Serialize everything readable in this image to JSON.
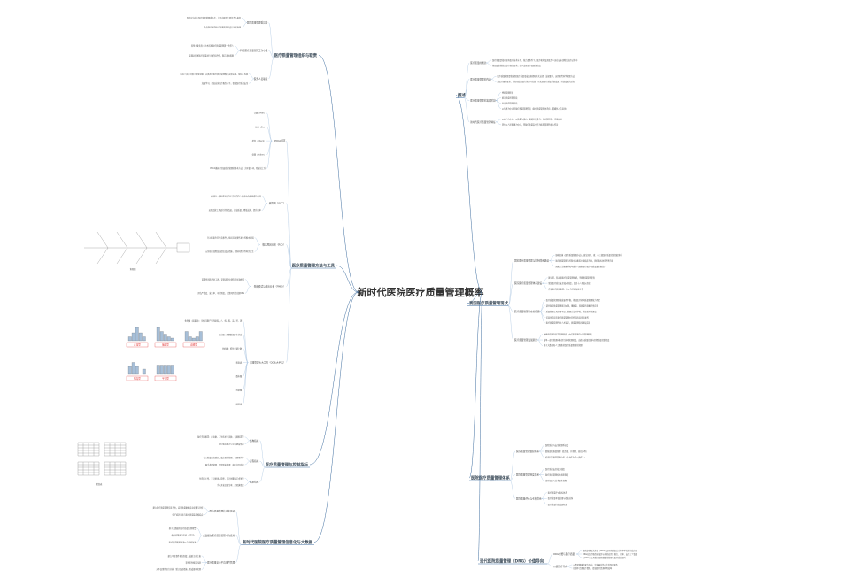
{
  "center": {
    "title": "新时代医院医疗质量管理概率"
  },
  "branches_right": [
    {
      "label": "概述",
      "items": [
        {
          "text": "医疗质量的概念",
          "sub": [
            "医疗质量是指在现有医疗技术水平、能力及条件下，医疗机构及其医务人员在临床诊断及治疗过程中",
            "按照职业道德及诊疗规范要求，给予患者医疗照顾的程度"
          ]
        },
        {
          "text": "医疗质量管理的内涵",
          "sub": [
            "医疗质量管理是指按照医疗质量形成的规律和有关法律、法规要求，运用现代科学管理方法",
            "对医疗服务要素、过程和结果进行管理与控制，以实现医疗质量系统改进、持续改进的过程"
          ]
        },
        {
          "text": "医疗质量管理的发展阶段",
          "sub": [
            "经验管理阶段",
            "统计质量控制阶段",
            "全面质量管理阶段",
            "以患者为中心的医疗质量管理阶段（医疗质量管理体系化、精细化、信息化）"
          ]
        },
        {
          "text": "新时代医疗质量管理特征",
          "sub": [
            "以病人为中心、以质量为核心、强调全员参与、全过程控制、持续改进",
            "坚持以人民健康为中心，将医疗质量安全作为医院管理的核心任务"
          ]
        }
      ]
    },
    {
      "label": "我国医疗质量管理现状",
      "items": [
        {
          "text": "国家医疗质量管理与控制体系建设",
          "sub": [
            "颁布实施《医疗质量管理办法》，建立国家、省、市三级医疗质量控制组织体系",
            "医疗质量管理与控制中心覆盖主要临床专业，质控指标体系不断完善",
            "国家卫生健康委每年发布《国家医疗服务与质量安全报告》"
          ]
        },
        {
          "text": "医院医疗质量管理体系建设",
          "sub": [
            "建立院、科两级医疗质量管理组织，明确质量管理职责",
            "制定医疗质量安全核心制度，落实十八项核心制度",
            "开展医疗质量监测、评价与持续改进工作"
          ]
        },
        {
          "text": "医疗质量管理存在的问题",
          "sub": [
            "医疗质量管理区域发展不平衡，基层医疗机构质量管理能力不足",
            "部分医院质量管理意识淡薄，重数量、轻质量的现象仍然存在",
            "质量管理工具应用不足，管理方法科学性、系统性有待提高",
            "信息化手段在医疗质量管理中的作用尚未充分发挥",
            "医疗质量管理专业人才缺乏，质量管理队伍建设滞后"
          ]
        },
        {
          "text": "医疗质量管理发展趋势",
          "sub": [
            "由经验管理向科学管理转变，由结果管理向过程管理转变",
            "由单一部门管理向多部门协同管理转变，由终末质量控制向全程质量控制转变",
            "基于大数据和人工智能的医疗质量智慧化管理"
          ]
        }
      ]
    },
    {
      "label": "医院医疗质量管理体系",
      "items": [
        {
          "text": "医院质量管理组织体系",
          "sub": [
            "医院质量与安全管理委员会",
            "职能部门质量管理（医务部、护理部、质控办等）",
            "临床科室质量管理小组（科主任为第一责任人）"
          ]
        },
        {
          "text": "医院质量管理制度体系",
          "sub": [
            "医疗质量安全核心制度",
            "医疗质量管理相关规章制度",
            "诊疗规范与技术操作规程"
          ]
        },
        {
          "text": "医院质量评价与考核体系",
          "sub": [
            "医疗质量评价指标体系",
            "医疗质量考核结果与绩效挂钩",
            "医疗质量持续改进机制"
          ]
        }
      ]
    },
    {
      "label": "现代医院质量管理（DRG）价值导向",
      "items": [
        {
          "text": "DRG付费与医疗质量",
          "sub": [
            "疾病诊断相关分组（DRG）是以病例组合为基本单位的付费方式",
            "DRG在医疗服务绩效评价中的应用：能力、效率、安全三个维度",
            "以DRG为工具推动医院精细化管理与医疗质量提升"
          ]
        },
        {
          "text": "价值医疗导向",
          "sub": [
            "以患者健康结果为导向，追求最佳性价比的医疗服务",
            "控制不合理医疗费用，提高医疗资源利用效率"
          ]
        }
      ]
    }
  ],
  "branches_left": [
    {
      "label": "医疗质量管理组织与职责",
      "items": [
        {
          "text": "医院质量管理委员会",
          "sub": [
            "医院应当成立医疗质量管理委员会，主任由医院主要负责人担任",
            "负责制订医院医疗质量管理制度并组织实施"
          ]
        },
        {
          "text": "科室医疗质量管理工作小组",
          "sub": [
            "科室主要负责人为本科室医疗质量管理第一责任人",
            "定期对科室医疗质量进行分析和评估，制订改进措施"
          ]
        },
        {
          "text": "医务人员职责",
          "sub": [
            "医务人员应当恪守职业道德，认真遵守医疗质量管理相关法律法规、规范、标准",
            "加强学习，提高自身医疗服务水平，保障医疗质量安全"
          ]
        }
      ]
    },
    {
      "label": "医疗质量管理方法与工具",
      "items": [
        {
          "text": "PDCA循环",
          "sub": [
            "计划（Plan）",
            "执行（Do）",
            "检查（Check）",
            "处理（Action）",
            "PDCA循环是全面质量管理的基本方法，大环套小环，阶梯式上升"
          ]
        },
        {
          "text": "品管圈（QCC）",
          "sub": [
            "由相同、相近或互补的工作场所的人员自动自发组成的小圈",
            "运用品管工具进行持续改进，提高质量、降低成本、提升效率"
          ]
        },
        {
          "text": "根本原因分析（RCA）",
          "sub": [
            "针对已发生的不良事件，找出导致事件发生的根本原因",
            "从系统和流程层面提出改进措施，预防同类事件再次发生"
          ]
        },
        {
          "text": "失效模式与效应分析（FMEA）",
          "sub": [
            "前瞻性风险评估工具，识别流程中潜在的失效模式",
            "评估严重度、发生率、可探测度，计算风险优先数RPN"
          ]
        },
        {
          "text": "质量管理七大工具（QC七大手法）",
          "sub": [
            "鱼骨图（因果图）：分析问题产生的原因，人、机、料、法、环、测",
            "直方图：观察数据分布状态",
            "柏拉图：抓住关键少数",
            "检查表",
            "散布图",
            "控制图",
            "层别法"
          ]
        }
      ]
    },
    {
      "label": "医疗质量管理与控制指标",
      "items": [
        {
          "text": "结构指标",
          "sub": [
            "医疗资源配置：床位数、卫生技术人员数、设备配置等",
            "医疗服务能力与学科建设情况"
          ]
        },
        {
          "text": "过程指标",
          "sub": [
            "核心制度落实情况、临床路径管理、合理用药等",
            "围手术期管理、医院感染管理、病历书写质量"
          ]
        },
        {
          "text": "结果指标",
          "sub": [
            "住院死亡率、非计划再入院率、非计划重返手术室率",
            "手术并发症发生率、患者满意度"
          ]
        }
      ]
    },
    {
      "label": "新时代医院医疗质量管理信息化与大数据",
      "items": [
        {
          "text": "医疗质量管理信息化建设",
          "sub": [
            "建立医疗质量管理信息平台，实现质量数据自动采集与分析",
            "电子病历系统与医疗质量监测相结合"
          ]
        },
        {
          "text": "大数据在医疗质量管理中的应用",
          "sub": [
            "基于大数据的医疗质量监测预警",
            "临床决策支持系统（CDSS）",
            "医疗质量智能化评价与持续改进"
          ]
        },
        {
          "text": "医疗质量安全不良事件管理",
          "sub": [
            "建立不良事件报告制度，鼓励主动上报",
            "非惩罚性报告机制",
            "对不良事件进行分析，制订改进措施，形成闭环管理"
          ]
        }
      ]
    }
  ],
  "figures": {
    "fishbone_caption": "鱼骨图",
    "histogram_labels": [
      "正常型",
      "偏态型",
      "双峰型",
      "孤岛型",
      "平顶型"
    ],
    "check_table_caption": "检查表"
  }
}
